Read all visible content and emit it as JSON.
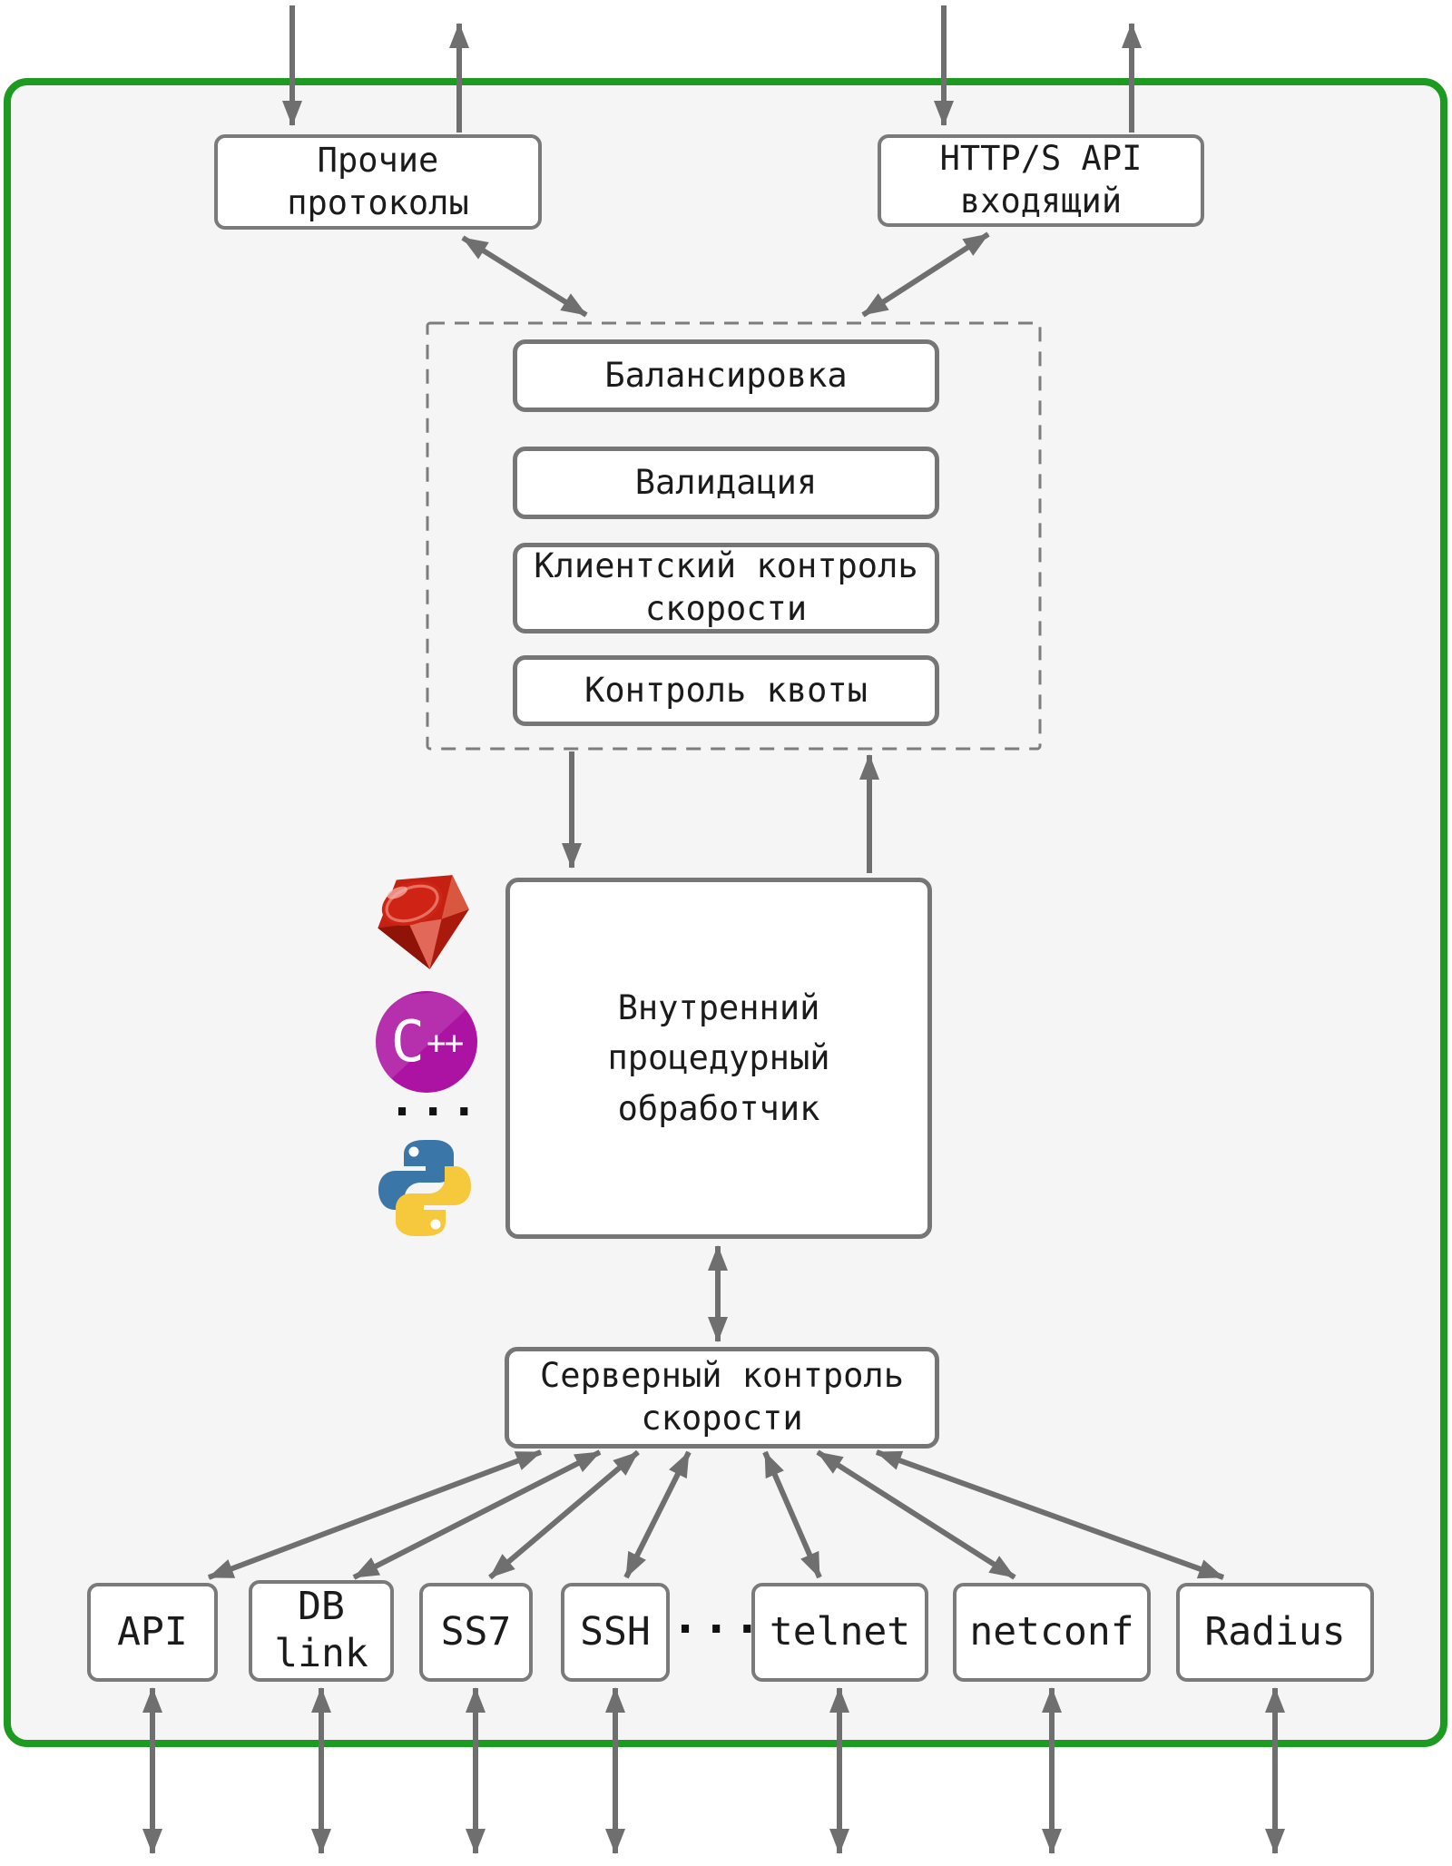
{
  "diagram": {
    "description_boxes": {
      "other_protocols": {
        "lines": [
          "Прочие",
          "протоколы"
        ]
      },
      "http_api": {
        "lines": [
          "HTTP/S API",
          "входящий"
        ]
      },
      "balancing": {
        "label": "Балансировка"
      },
      "validation": {
        "label": "Валидация"
      },
      "client_rate": {
        "lines": [
          "Клиентский контроль",
          "скорости"
        ]
      },
      "quota": {
        "label": "Контроль квоты"
      },
      "core": {
        "lines": [
          "Внутренний",
          "процедурный",
          "обработчик"
        ]
      },
      "server_rate": {
        "lines": [
          "Серверный контроль",
          "скорости"
        ]
      },
      "api": {
        "label": "API"
      },
      "db_link": {
        "lines": [
          "DB",
          "link"
        ]
      },
      "ss7": {
        "label": "SS7"
      },
      "ssh": {
        "label": "SSH"
      },
      "telnet": {
        "label": "telnet"
      },
      "netconf": {
        "label": "netconf"
      },
      "radius": {
        "label": "Radius"
      }
    },
    "language_icons": {
      "ruby": "ruby-gem-icon",
      "cpp": {
        "icon": "cpp-circle-icon",
        "label_c": "C",
        "label_pp": "++"
      },
      "more_languages_ellipsis": "...",
      "python": "python-logo-icon"
    },
    "bottom_row_ellipsis": "...",
    "colors": {
      "boundary_green": "#1d9b21",
      "arrow_gray": "#6f6f6f",
      "box_border_gray": "#767676",
      "dashed_border_gray": "#7d7d7d",
      "inner_background": "#f5f5f5",
      "ruby_red": "#c52113",
      "cpp_magenta": "#ac13a2",
      "python_blue": "#3a76a8",
      "python_yellow": "#f6c83c"
    }
  }
}
